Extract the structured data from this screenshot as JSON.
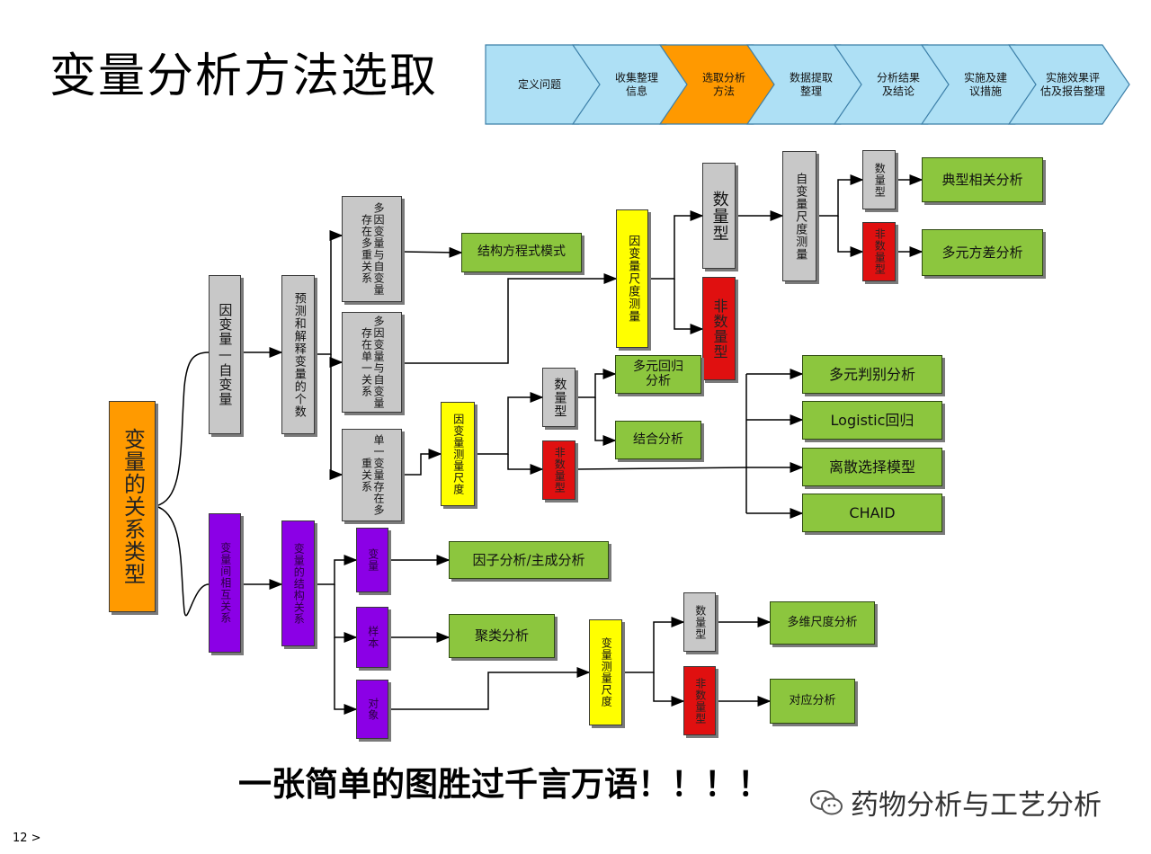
{
  "title": "变量分析方法选取",
  "process_steps": [
    {
      "label": "定义问题",
      "active": false
    },
    {
      "label": "收集整理\n信息",
      "active": false
    },
    {
      "label": "选取分析\n方法",
      "active": true
    },
    {
      "label": "数据提取\n整理",
      "active": false
    },
    {
      "label": "分析结果\n及结论",
      "active": false
    },
    {
      "label": "实施及建\n议措施",
      "active": false
    },
    {
      "label": "实施效果评\n估及报告整理",
      "active": false
    }
  ],
  "colors": {
    "step_normal": "#aee0f5",
    "step_active": "#ff9900",
    "method": "#8cc63e"
  },
  "nodes": {
    "root": "变量的关系类型",
    "dep_indep": "因变量—自变量",
    "predict": "预测和解释变量的个数",
    "multi_dep": "多因变量与自变量存在多重关系",
    "multi_single": "多因变量与自变量存在单一关系",
    "single_multi": "单一变量存在多重关系",
    "sem": "结构方程式模式",
    "dep_scale": "因变量尺度测量",
    "quant1": "数量型",
    "nonquant1": "非数量型",
    "indep_scale": "自变量尺度测量",
    "quant2": "数量型",
    "nonquant2": "非数量型",
    "typical_corr": "典型相关分析",
    "manova": "多元方差分析",
    "dep_scale2": "因变量测量尺度",
    "quant3": "数量型",
    "nonquant3": "非数量型",
    "multi_reg": "多元回归\n分析",
    "conjoint": "结合分析",
    "discrim": "多元判别分析",
    "logistic": "Logistic回归",
    "discrete": "离散选择模型",
    "chaid": "CHAID",
    "interdep": "变量间相互关系",
    "struct_rel": "变量的结构关系",
    "var": "变量",
    "sample": "样本",
    "object": "对象",
    "factor": "因子分析/主成分析",
    "cluster": "聚类分析",
    "var_scale": "变量测量尺度",
    "quant4": "数量型",
    "nonquant4": "非数量型",
    "mds": "多维尺度分析",
    "correspond": "对应分析"
  },
  "slogan": "一张简单的图胜过千言万语！！！！",
  "watermark": "药物分析与工艺分析",
  "page_number": "12 >"
}
